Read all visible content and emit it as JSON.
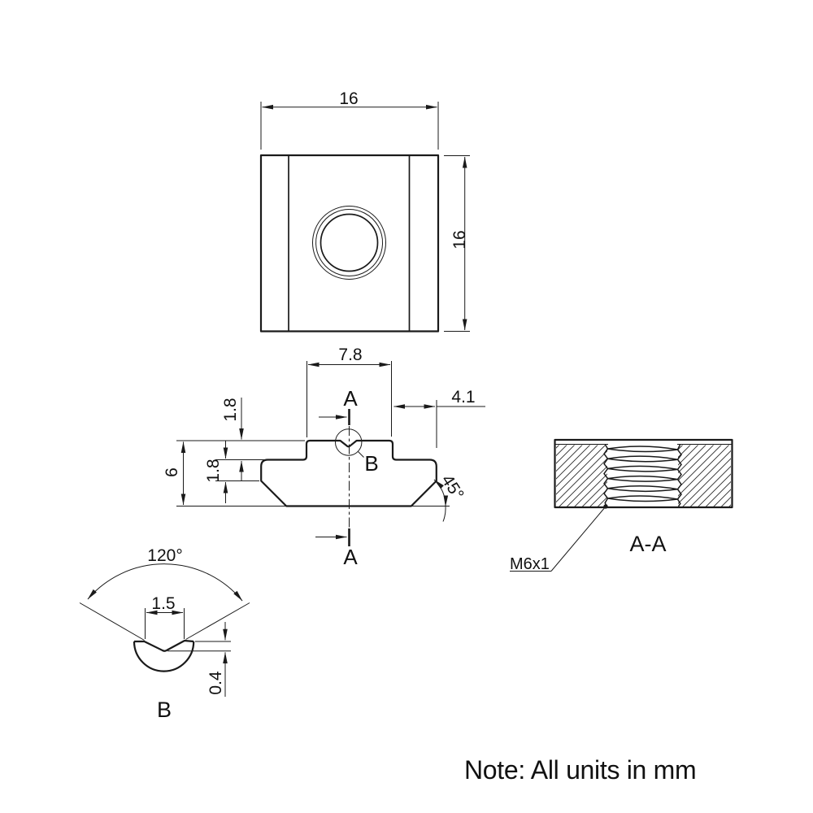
{
  "drawing": {
    "note": "Note: All units in mm",
    "top_view": {
      "dim_width": "16",
      "dim_height": "16"
    },
    "front_view": {
      "dim_tab_width": "7.8",
      "dim_flange": "4.1",
      "dim_tab_height": "1.8",
      "dim_step_height": "1.8",
      "dim_total_height": "6",
      "dim_chamfer_angle": "45°",
      "section_marker_top": "A",
      "section_marker_bottom": "A",
      "detail_marker": "B"
    },
    "section_view": {
      "title": "A-A",
      "thread_callout": "M6x1"
    },
    "detail_view": {
      "title": "B",
      "dim_groove_angle": "120°",
      "dim_groove_width": "1.5",
      "dim_groove_depth": "0.4"
    }
  },
  "colors": {
    "line": "#1a1a1a",
    "background": "#ffffff"
  }
}
